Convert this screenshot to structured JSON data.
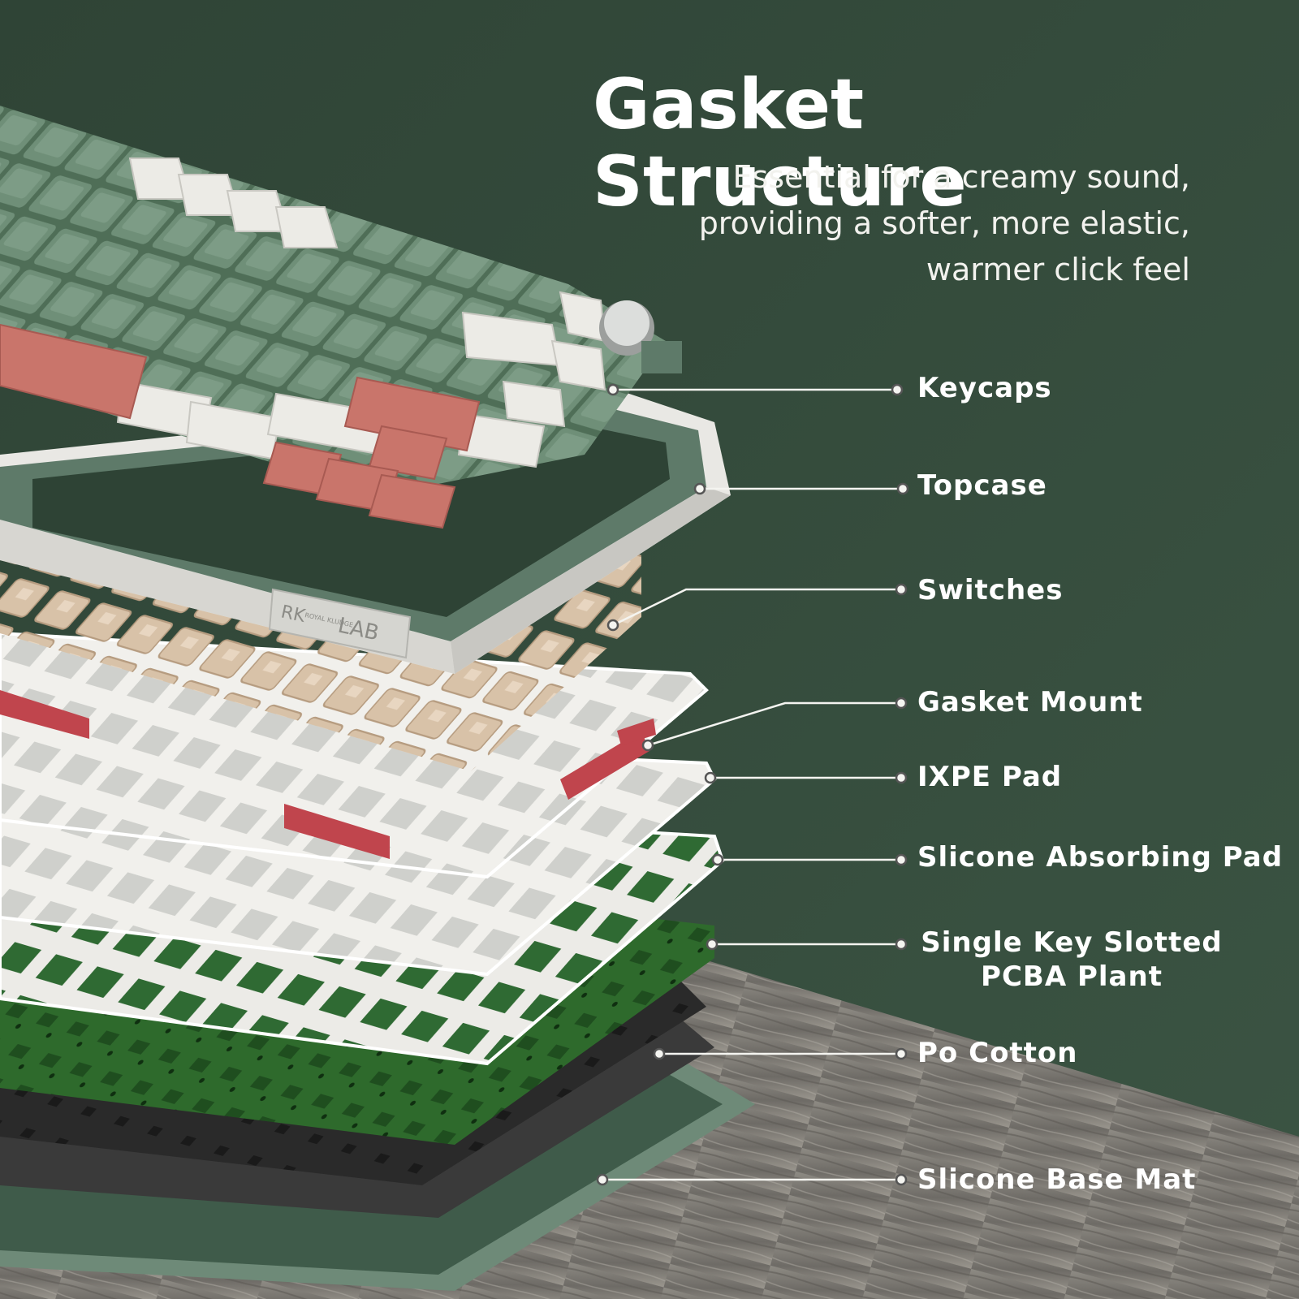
{
  "heading": {
    "title": "Gasket Structure",
    "subtitle_lines": [
      "Essential for a creamy sound,",
      "providing a softer, more elastic,",
      "warmer click feel"
    ]
  },
  "layers": [
    {
      "id": "keycaps",
      "label": "Keycaps"
    },
    {
      "id": "topcase",
      "label": "Topcase"
    },
    {
      "id": "switches",
      "label": "Switches"
    },
    {
      "id": "gasket",
      "label": "Gasket Mount"
    },
    {
      "id": "ixpe",
      "label": "IXPE Pad"
    },
    {
      "id": "silicone-pad",
      "label": "Slicone Absorbing Pad"
    },
    {
      "id": "pcba",
      "label_lines": [
        "Single Key Slotted",
        "PCBA Plant"
      ]
    },
    {
      "id": "po-cotton",
      "label": "Po Cotton"
    },
    {
      "id": "base-mat",
      "label": "Slicone Base Mat"
    }
  ],
  "branding": {
    "badge": "RK",
    "badge_sub": "ROYAL KLUDGE",
    "badge_lab": "LAB"
  },
  "colors": {
    "background": "#34483a",
    "keycap_green": "#6f8f78",
    "keycap_white": "#ecebe6",
    "keycap_red": "#c9756b",
    "switch": "#d8c2a8",
    "plate": "#f1f0ec",
    "pcb": "#2e6a2c",
    "foam": "#2b2b2b",
    "wood": "#7a7873"
  }
}
